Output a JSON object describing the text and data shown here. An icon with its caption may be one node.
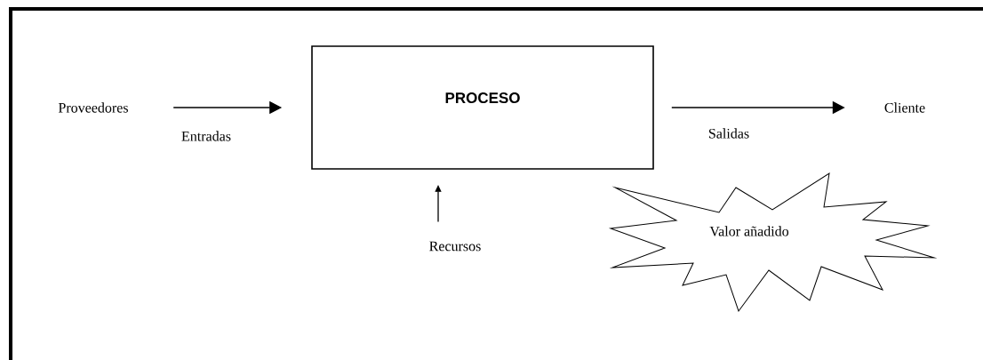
{
  "diagram": {
    "nodes": [
      {
        "text": [
          "Proveedores"
        ]
      },
      {
        "text": [
          "PROCESO"
        ]
      },
      {
        "text": [
          "Cliente"
        ]
      },
      {
        "text": [
          "Recursos"
        ]
      },
      {
        "text": [
          "Valor añadido"
        ]
      }
    ],
    "edges": [
      {
        "from": 0,
        "to": 1,
        "arrow": "to",
        "label": "Entradas"
      },
      {
        "from": 1,
        "to": 2,
        "arrow": "to",
        "label": "Salidas"
      },
      {
        "from": 3,
        "to": 1,
        "arrow": "to"
      }
    ]
  }
}
